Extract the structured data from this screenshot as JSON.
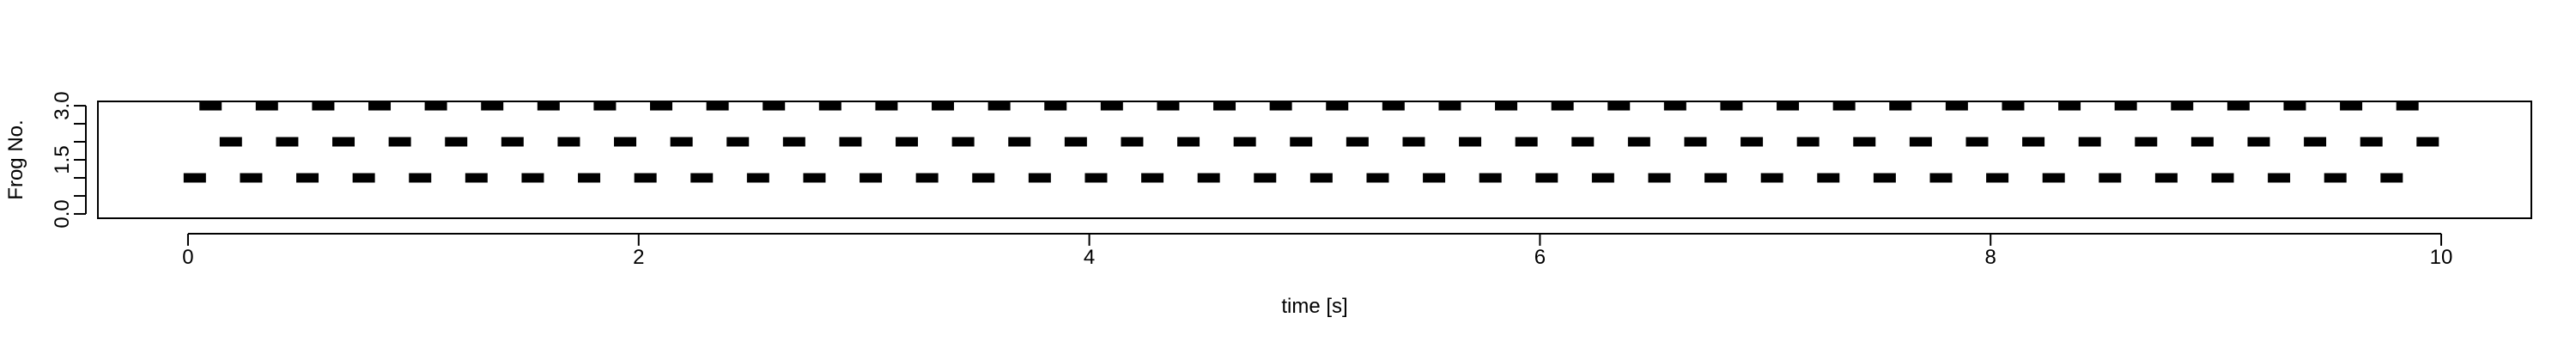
{
  "chart_data": {
    "type": "scatter",
    "title": "",
    "xlabel": "time [s]",
    "ylabel": "Frog No.",
    "xlim": [
      -0.4,
      10.4
    ],
    "ylim": [
      -0.12,
      3.12
    ],
    "x_ticks": [
      0,
      2,
      4,
      6,
      8,
      10
    ],
    "x_tick_labels": [
      "0",
      "2",
      "4",
      "6",
      "8",
      "10"
    ],
    "y_ticks": [
      0.0,
      0.5,
      1.0,
      1.5,
      2.0,
      2.5,
      3.0
    ],
    "y_tick_labels": [
      "0.0",
      "",
      "",
      "1.5",
      "",
      "",
      "3.0"
    ],
    "grid": false,
    "legend": "none",
    "marker": "dash",
    "color": "#000000",
    "series": [
      {
        "y": 1,
        "x": [
          0.03,
          0.28,
          0.53,
          0.78,
          1.03,
          1.28,
          1.53,
          1.78,
          2.03,
          2.28,
          2.53,
          2.78,
          3.03,
          3.28,
          3.53,
          3.78,
          4.03,
          4.28,
          4.53,
          4.78,
          5.03,
          5.28,
          5.53,
          5.78,
          6.03,
          6.28,
          6.53,
          6.78,
          7.03,
          7.28,
          7.53,
          7.78,
          8.03,
          8.28,
          8.53,
          8.78,
          9.03,
          9.28,
          9.53,
          9.78
        ]
      },
      {
        "y": 2,
        "x": [
          0.19,
          0.44,
          0.69,
          0.94,
          1.19,
          1.44,
          1.69,
          1.94,
          2.19,
          2.44,
          2.69,
          2.94,
          3.19,
          3.44,
          3.69,
          3.94,
          4.19,
          4.44,
          4.69,
          4.94,
          5.19,
          5.44,
          5.69,
          5.94,
          6.19,
          6.44,
          6.69,
          6.94,
          7.19,
          7.44,
          7.69,
          7.94,
          8.19,
          8.44,
          8.69,
          8.94,
          9.19,
          9.44,
          9.69,
          9.94
        ]
      },
      {
        "y": 3,
        "x": [
          0.1,
          0.35,
          0.6,
          0.85,
          1.1,
          1.35,
          1.6,
          1.85,
          2.1,
          2.35,
          2.6,
          2.85,
          3.1,
          3.35,
          3.6,
          3.85,
          4.1,
          4.35,
          4.6,
          4.85,
          5.1,
          5.35,
          5.6,
          5.85,
          6.1,
          6.35,
          6.6,
          6.85,
          7.1,
          7.35,
          7.6,
          7.85,
          8.1,
          8.35,
          8.6,
          8.85,
          9.1,
          9.35,
          9.6,
          9.85
        ]
      }
    ]
  }
}
